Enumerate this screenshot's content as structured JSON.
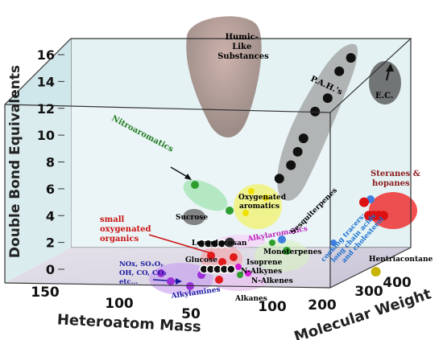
{
  "chart_data": {
    "type": "scatter",
    "title": "",
    "axes": {
      "y": {
        "label": "Double Bond Equivalents",
        "ticks": [
          "0",
          "2",
          "4",
          "6",
          "8",
          "10",
          "12",
          "14",
          "16"
        ],
        "range": [
          0,
          17
        ]
      },
      "x_molecular_weight": {
        "label": "Molecular Weight",
        "ticks": [
          "100",
          "200",
          "300",
          "400"
        ],
        "range": [
          40,
          440
        ]
      },
      "x_heteroatom_mass": {
        "label": "Heteroatom Mass",
        "ticks": [
          "150",
          "100",
          "50"
        ],
        "range": [
          0,
          180
        ]
      }
    },
    "annotations": [
      {
        "text_lines": [
          "Humic-",
          "Like",
          "Substances"
        ],
        "color": "#1a1a1a"
      },
      {
        "text_lines": [
          "P.A.H.'s"
        ],
        "color": "#1a1a1a"
      },
      {
        "text_lines": [
          "E.C."
        ],
        "color": "#1a1a1a"
      },
      {
        "text_lines": [
          "Nitroaromatics"
        ],
        "color": "#1f7a1f"
      },
      {
        "text_lines": [
          "Steranes &",
          "hopanes"
        ],
        "color": "#8b1a1a"
      },
      {
        "text_lines": [
          "Oxygenated",
          "aromatics"
        ],
        "color": "#1a1a1a"
      },
      {
        "text_lines": [
          "Sucrose"
        ],
        "color": "#1a1a1a"
      },
      {
        "text_lines": [
          "small",
          "oxygenated",
          "organics"
        ],
        "color": "#cc1111"
      },
      {
        "text_lines": [
          "Levoglucosan"
        ],
        "color": "#1a1a1a"
      },
      {
        "text_lines": [
          "Alkylaromatics"
        ],
        "color": "#bb22bb"
      },
      {
        "text_lines": [
          "Sesquiterpenes"
        ],
        "color": "#1a1a1a"
      },
      {
        "text_lines": [
          "cooking tracers:",
          "long chain acids",
          "and cholesterol"
        ],
        "color": "#1a6fd0"
      },
      {
        "text_lines": [
          "Glucose"
        ],
        "color": "#1a1a1a"
      },
      {
        "text_lines": [
          "Isoprene"
        ],
        "color": "#1a1a1a"
      },
      {
        "text_lines": [
          "Monoterpenes"
        ],
        "color": "#1a1a1a"
      },
      {
        "text_lines": [
          "N-Alkynes"
        ],
        "color": "#1a1a1a"
      },
      {
        "text_lines": [
          "NOx, SOₓOᵧ",
          "OH, CO, CO₂",
          "etc..."
        ],
        "color": "#1a1aa0"
      },
      {
        "text_lines": [
          "N-Alkenes"
        ],
        "color": "#1a1a1a"
      },
      {
        "text_lines": [
          "Alkylamines"
        ],
        "color": "#1a1a1a"
      },
      {
        "text_lines": [
          "Alkanes"
        ],
        "color": "#1a1a1a"
      },
      {
        "text_lines": [
          "Hentriacontane"
        ],
        "color": "#1a1a1a"
      }
    ],
    "series": [
      {
        "name": "P.A.H.'s",
        "color": "#111111",
        "points": [
          {
            "mw": 128,
            "dbe": 7
          },
          {
            "mw": 152,
            "dbe": 8
          },
          {
            "mw": 166,
            "dbe": 9
          },
          {
            "mw": 178,
            "dbe": 10
          },
          {
            "mw": 202,
            "dbe": 12
          },
          {
            "mw": 228,
            "dbe": 13
          },
          {
            "mw": 252,
            "dbe": 15
          },
          {
            "mw": 276,
            "dbe": 16
          }
        ]
      },
      {
        "name": "Steranes & hopanes",
        "color": "#dd1111",
        "points": [
          {
            "mw": 370,
            "dbe": 5
          },
          {
            "mw": 380,
            "dbe": 4
          },
          {
            "mw": 390,
            "dbe": 4
          },
          {
            "mw": 400,
            "dbe": 4
          },
          {
            "mw": 410,
            "dbe": 4
          }
        ]
      },
      {
        "name": "Alkylaromatics",
        "color": "#111111",
        "points": [
          {
            "mw": 92,
            "dbe": 4
          },
          {
            "mw": 106,
            "dbe": 4
          },
          {
            "mw": 120,
            "dbe": 4
          },
          {
            "mw": 134,
            "dbe": 4
          },
          {
            "mw": 148,
            "dbe": 4
          }
        ]
      },
      {
        "name": "Alkanes",
        "color": "#111111",
        "points": [
          {
            "mw": 72,
            "dbe": 0
          },
          {
            "mw": 86,
            "dbe": 0
          },
          {
            "mw": 100,
            "dbe": 0
          },
          {
            "mw": 114,
            "dbe": 0
          },
          {
            "mw": 128,
            "dbe": 0
          }
        ]
      },
      {
        "name": "Hentriacontane",
        "color": "#c8b400",
        "points": [
          {
            "mw": 436,
            "dbe": 0
          }
        ]
      },
      {
        "name": "Sucrose",
        "color": "#333333",
        "points": [
          {
            "mw": 342,
            "dbe": 2
          }
        ]
      }
    ]
  }
}
